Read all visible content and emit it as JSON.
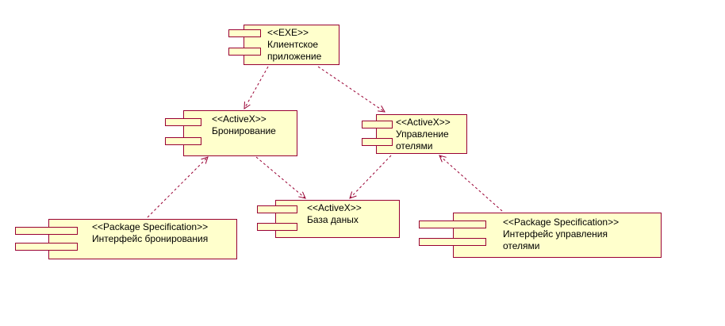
{
  "diagram": {
    "style": {
      "component_fill": "#ffffcc",
      "component_stroke": "#990033",
      "arrow_color": "#990033"
    },
    "components": [
      {
        "id": "client_app",
        "stereotype": "<<EXE>>",
        "lines": [
          "Клиентское",
          "приложение"
        ]
      },
      {
        "id": "booking",
        "stereotype": "<<ActiveX>>",
        "lines": [
          "Бронирование"
        ]
      },
      {
        "id": "hotel_mgmt",
        "stereotype": "<<ActiveX>>",
        "lines": [
          "Управление",
          "отелями"
        ]
      },
      {
        "id": "database",
        "stereotype": "<<ActiveX>>",
        "lines": [
          "База даных"
        ]
      },
      {
        "id": "booking_iface",
        "stereotype": "<<Package Specification>>",
        "lines": [
          "Интерфейс бронирования"
        ]
      },
      {
        "id": "hotel_iface",
        "stereotype": "<<Package Specification>>",
        "lines": [
          "Интерфейс управления",
          "отелями"
        ]
      }
    ],
    "dependencies": [
      {
        "from": "client_app",
        "to": "booking"
      },
      {
        "from": "client_app",
        "to": "hotel_mgmt"
      },
      {
        "from": "booking",
        "to": "database"
      },
      {
        "from": "hotel_mgmt",
        "to": "database"
      },
      {
        "from": "booking_iface",
        "to": "booking"
      },
      {
        "from": "hotel_iface",
        "to": "hotel_mgmt"
      }
    ]
  }
}
